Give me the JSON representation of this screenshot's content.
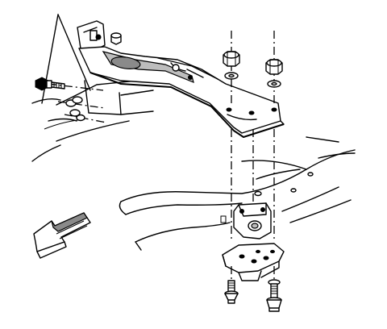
{
  "illustration": {
    "parts": [
      "transmission-support-crossmember",
      "transmission-mount",
      "frame-rail",
      "transmission-mount-bracket",
      "mount-nut",
      "mount-washer",
      "mount-bolt",
      "crossmember-bolt",
      "front-direction-arrow"
    ],
    "colors": {
      "line": "#000000",
      "background": "#ffffff",
      "shade": "#bdbdbd",
      "dark_shade": "#8a8a8a"
    }
  }
}
